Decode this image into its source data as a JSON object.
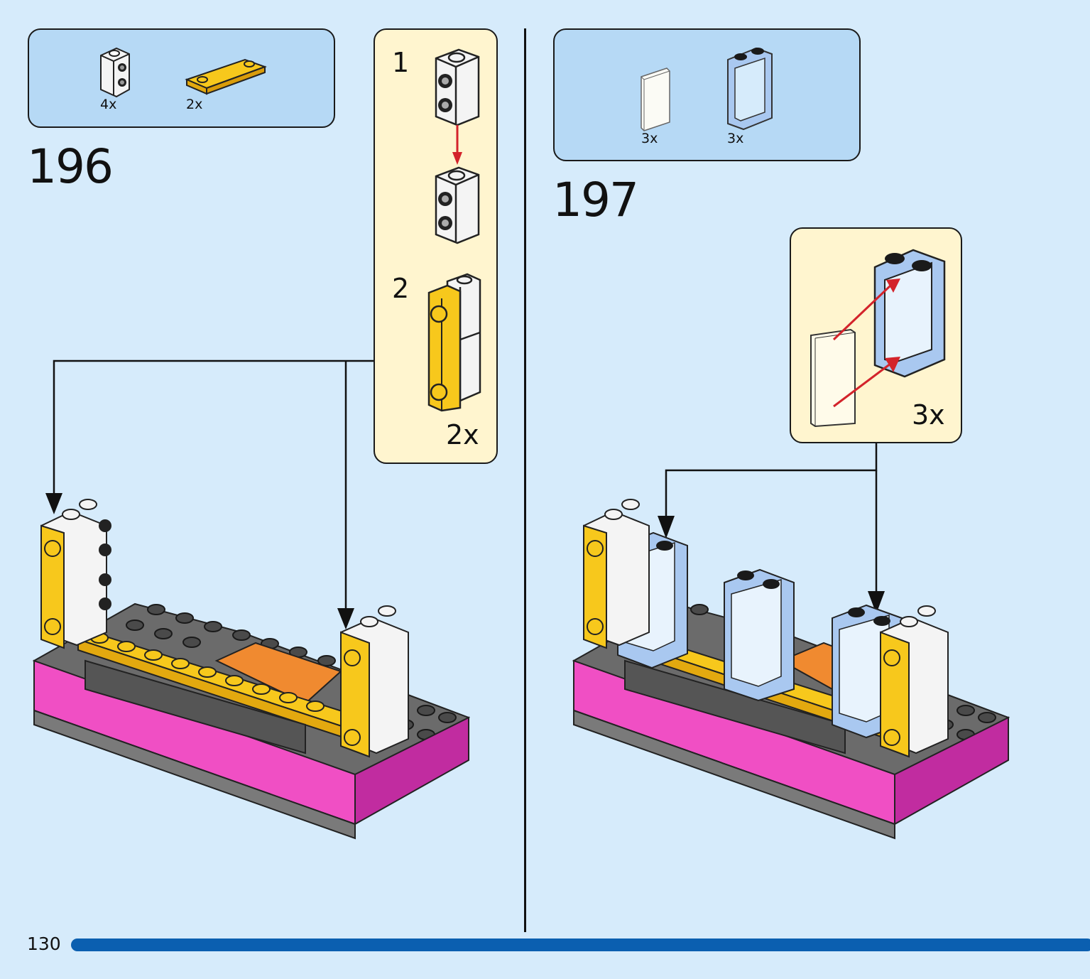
{
  "steps": [
    {
      "number": "196",
      "parts": [
        {
          "qty": "4x",
          "icon": "white-brick-1x1-side-studs-icon"
        },
        {
          "qty": "2x",
          "icon": "yellow-plate-1x4-icon"
        }
      ],
      "callout": {
        "substeps": [
          "1",
          "2"
        ],
        "multiplier": "2x"
      }
    },
    {
      "number": "197",
      "parts": [
        {
          "qty": "3x",
          "icon": "window-glass-icon"
        },
        {
          "qty": "3x",
          "icon": "window-frame-icon"
        }
      ],
      "callout": {
        "multiplier": "3x"
      }
    }
  ],
  "page": {
    "number": "130"
  },
  "colors": {
    "background": "#d6ebfb",
    "parts_box": "#b6d9f5",
    "callout": "#fff5cf",
    "progress": "#0b5fb0",
    "arrow_red": "#d3232b",
    "yellow": "#f7c81c",
    "magenta": "#f04fc4",
    "light_blue_frame": "#a9c8f0"
  }
}
